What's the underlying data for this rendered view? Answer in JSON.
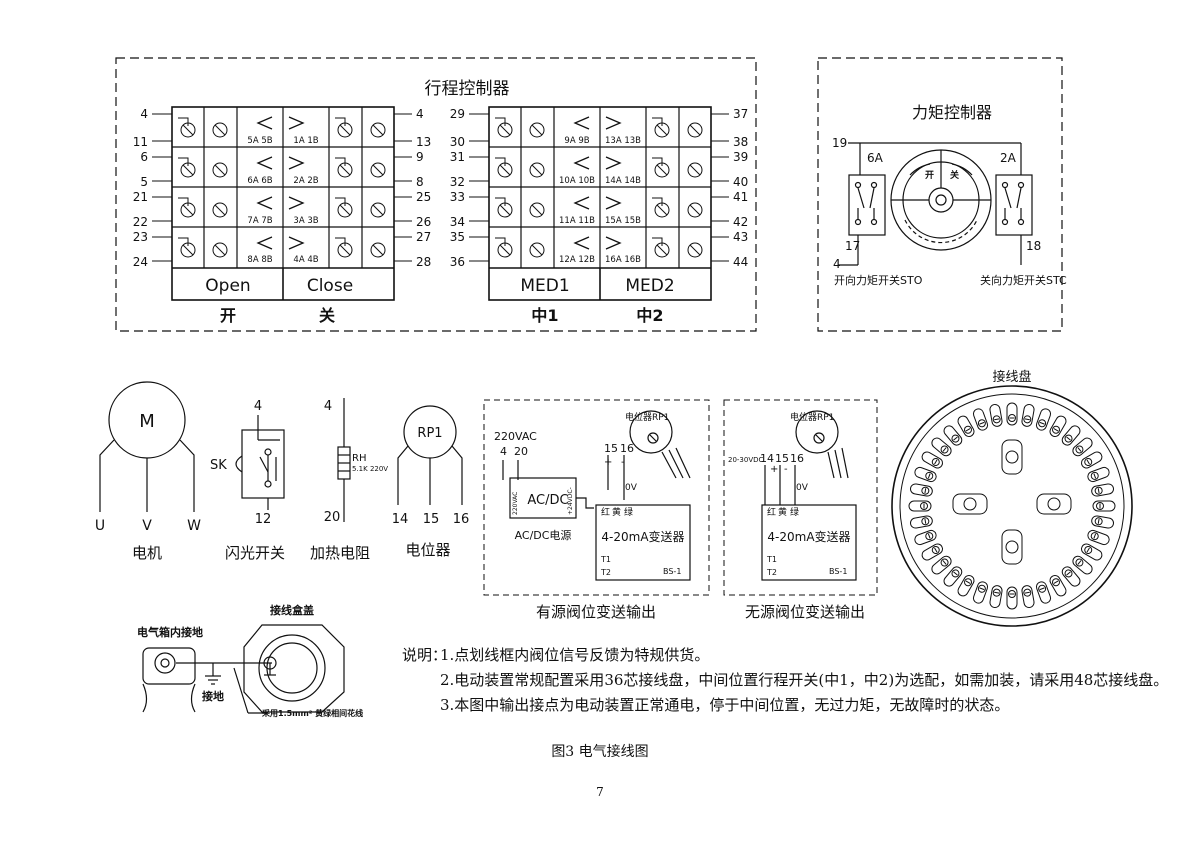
{
  "limit": {
    "title": "行程控制器",
    "left": {
      "pins_left": [
        "4",
        "11",
        "6",
        "5",
        "21",
        "22",
        "23",
        "24"
      ],
      "pins_right": [
        "4",
        "13",
        "9",
        "8",
        "25",
        "26",
        "27",
        "28"
      ],
      "switch_labels_a": [
        "5A 5B",
        "6A 6B",
        "7A 7B",
        "8A 8B"
      ],
      "switch_labels_b": [
        "1A 1B",
        "2A 2B",
        "3A 3B",
        "4A 4B"
      ],
      "cell1": "Open",
      "cell2": "Close",
      "under1": "开",
      "under2": "关"
    },
    "right": {
      "pins_left": [
        "29",
        "30",
        "31",
        "32",
        "33",
        "34",
        "35",
        "36"
      ],
      "pins_right": [
        "37",
        "38",
        "39",
        "40",
        "41",
        "42",
        "43",
        "44"
      ],
      "switch_labels_a": [
        "9A 9B",
        "10A 10B",
        "11A 11B",
        "12A 12B"
      ],
      "switch_labels_b": [
        "13A 13B",
        "14A 14B",
        "15A 15B",
        "16A 16B"
      ],
      "cell1": "MED1",
      "cell2": "MED2",
      "under1": "中1",
      "under2": "中2"
    }
  },
  "torque": {
    "title": "力矩控制器",
    "pin_tl": "19",
    "sw_left": "6A",
    "sw_right": "2A",
    "pin_bl": "17",
    "pin_br": "18",
    "pin_4": "4",
    "dial_open": "开",
    "dial_close": "关",
    "label_left": "开向力矩开关STO",
    "label_right": "关向力矩开关STC"
  },
  "motor": {
    "symbol": "M",
    "u": "U",
    "v": "V",
    "w": "W",
    "label": "电机"
  },
  "flash": {
    "top": "4",
    "sk": "SK",
    "bottom": "12",
    "label": "闪光开关"
  },
  "heater": {
    "top": "4",
    "rh": "RH",
    "spec": "5.1K 220V",
    "bottom": "20",
    "label": "加热电阻"
  },
  "pot": {
    "symbol": "RP1",
    "p1": "14",
    "p2": "15",
    "p3": "16",
    "label": "电位器"
  },
  "active": {
    "supply": "220VAC",
    "in4": "4",
    "in20": "20",
    "acdc": "AC/DC",
    "acdc_in": "220VAC",
    "acdc_out": "+24VDC-",
    "acdc_name": "AC/DC电源",
    "p15": "15",
    "p16": "16",
    "plus": "+",
    "minus": "-",
    "ov": "0V",
    "pot": "电位器RP1",
    "wire1": "红",
    "wire2": "黄",
    "wire3": "绿",
    "transmitter": "4-20mA变送器",
    "t1": "T1",
    "t2": "T2",
    "model": "BS-1",
    "label": "有源阀位变送输出"
  },
  "passive": {
    "supply": "20-30VDC",
    "p14": "14",
    "p15": "15",
    "p16": "16",
    "plus": "+",
    "minus": "-",
    "ov": "0V",
    "pot": "电位器RP1",
    "wire1": "红",
    "wire2": "黄",
    "wire3": "绿",
    "transmitter": "4-20mA变送器",
    "t1": "T1",
    "t2": "T2",
    "model": "BS-1",
    "label": "无源阀位变送输出"
  },
  "terminal_board": {
    "title": "接线盘",
    "terminal_count": 36
  },
  "ground": {
    "inner": "电气箱内接地",
    "cover": "接线盒盖",
    "ground_label": "接地",
    "cable": "采用1.5mm² 黄绿相间花线"
  },
  "notes": {
    "lead": "说明：",
    "items": [
      "1.点划线框内阀位信号反馈为特规供货。",
      "2.电动装置常规配置采用36芯接线盘，中间位置行程开关(中1，中2)为选配，如需加装，请采用48芯接线盘。",
      "3.本图中输出接点为电动装置正常通电，停于中间位置，无过力矩，无故障时的状态。"
    ]
  },
  "caption": "图3    电气接线图",
  "page_number": "7"
}
